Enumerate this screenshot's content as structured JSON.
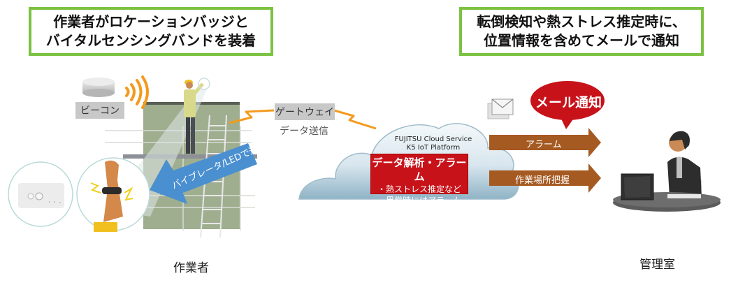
{
  "callouts": {
    "worker": {
      "line1": "作業者がロケーションバッジと",
      "line2": "バイタルセンシングバンドを装着"
    },
    "manager": {
      "line1": "転倒検知や熱ストレス推定時に、",
      "line2": "位置情報を含めてメールで通知"
    }
  },
  "devices": {
    "beacon_label": "ビーコン",
    "gateway_label": "ゲートウェイ",
    "data_send_label": "データ送信"
  },
  "notify_arrow": {
    "label": "バイブレータ/LEDで通知"
  },
  "cloud": {
    "service_line1": "FUJITSU  Cloud Service",
    "service_line2": "K5 IoT Platform",
    "analysis_title": "データ解析・アラーム",
    "analysis_items": [
      "・熱ストレス推定など",
      "・異常時にはアラーム"
    ]
  },
  "outputs": {
    "mail_bubble": "メール通知",
    "arrows": [
      {
        "label": "アラーム"
      },
      {
        "label": "作業場所把握"
      }
    ]
  },
  "captions": {
    "worker": "作業者",
    "manager_room": "管理室"
  },
  "colors": {
    "callout_border": "#7cc242",
    "alert_red": "#c8121a",
    "arrow_brown": "#a55a22",
    "notify_blue": "#4a8fd0",
    "signal_orange": "#f39a1e",
    "cloud_blue": "#a9c6d6"
  }
}
